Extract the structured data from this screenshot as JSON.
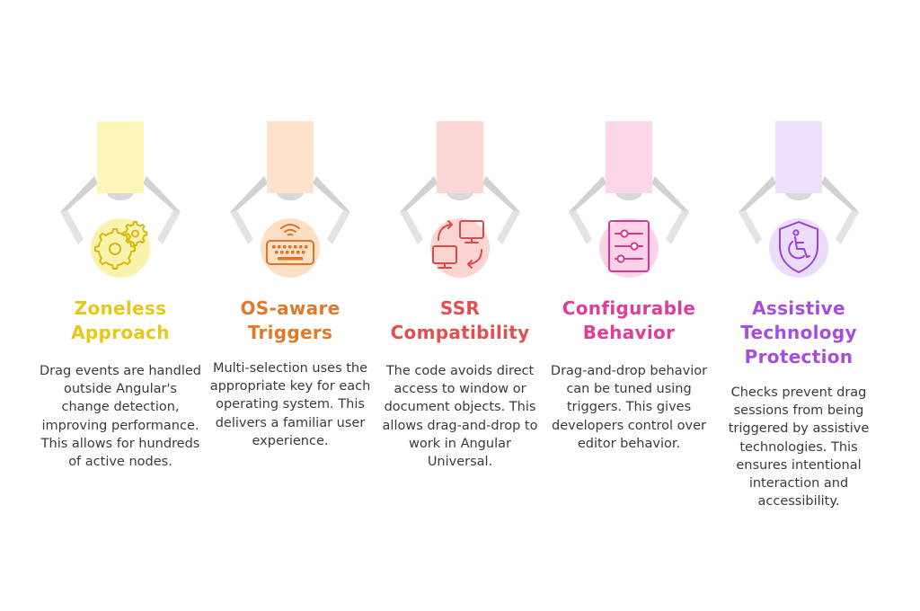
{
  "items": [
    {
      "title_lines": [
        "Zoneless",
        "Approach"
      ],
      "description": "Drag events are handled outside Angular's change detection, improving performance. This allows for hundreds of active nodes.",
      "icon": "gears-icon",
      "colors": {
        "bar": "#fdf6b7",
        "circle": "#fbf3ad",
        "title": "#e4c91a",
        "icon": "#d9b80d"
      }
    },
    {
      "title_lines": [
        "OS-aware",
        "Triggers"
      ],
      "description": "Multi-selection uses the appropriate key for each operating system. This delivers a familiar user experience.",
      "icon": "wireless-keyboard-icon",
      "colors": {
        "bar": "#fde3cc",
        "circle": "#fcdfc5",
        "title": "#e07a2a",
        "icon": "#dc7526"
      }
    },
    {
      "title_lines": [
        "SSR",
        "Compatibility"
      ],
      "description": "The code avoids direct access to window or document objects. This allows drag-and-drop to work in Angular Universal.",
      "icon": "sync-devices-icon",
      "colors": {
        "bar": "#fdd6d6",
        "circle": "#fcd4d2",
        "title": "#e05050",
        "icon": "#dc4b4b"
      }
    },
    {
      "title_lines": [
        "Configurable",
        "Behavior"
      ],
      "description": "Drag-and-drop behavior can be tuned using triggers. This gives developers control over editor behavior.",
      "icon": "sliders-icon",
      "colors": {
        "bar": "#fcd7ea",
        "circle": "#fbd3e8",
        "title": "#dc3e9a",
        "icon": "#d6378f"
      }
    },
    {
      "title_lines": [
        "Assistive",
        "Technology",
        "Protection"
      ],
      "description": "Checks prevent drag sessions from being triggered by assistive technologies. This ensures intentional interaction and accessibility.",
      "icon": "accessibility-shield-icon",
      "colors": {
        "bar": "#eedffc",
        "circle": "#ecdcfb",
        "title": "#a64de0",
        "icon": "#9b43d8"
      }
    }
  ]
}
